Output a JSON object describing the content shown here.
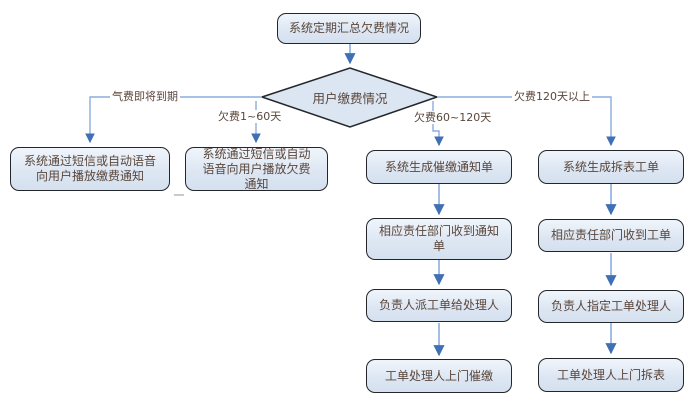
{
  "flow": {
    "start": "系统定期汇总欠费情况",
    "decision": "用户缴费情况",
    "branch_labels": {
      "due_soon": "气费即将到期",
      "d1_60": "欠费1~60天",
      "d60_120": "欠费60~120天",
      "d120_plus": "欠费120天以上"
    },
    "notify_pay": "系统通过短信或自动语音向用户播放缴费通知",
    "notify_arrears": "系统通过短信或自动语音向用户播放欠费通知",
    "press_col": [
      "系统生成催缴通知单",
      "相应责任部门收到通知单",
      "负责人派工单给处理人",
      "工单处理人上门催缴"
    ],
    "removal_col": [
      "系统生成拆表工单",
      "相应责任部门收到工单",
      "负责人指定工单处理人",
      "工单处理人上门拆表"
    ]
  },
  "colors": {
    "box_fill": "#dde7f3",
    "box_border": "#23272b",
    "connector_line": "#8aaedd",
    "arrow_head": "#3f6fb5",
    "text": "#5a463b",
    "background": "#ffffff"
  }
}
